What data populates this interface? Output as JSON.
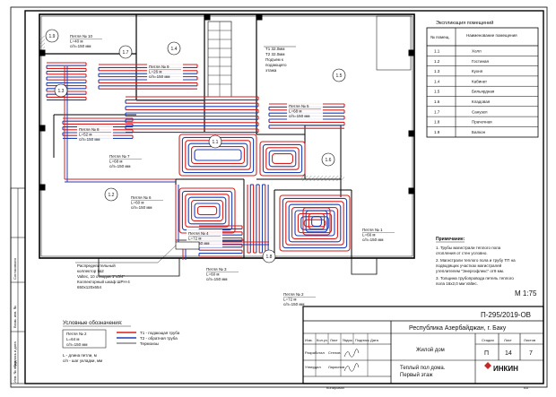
{
  "drawing": {
    "code": "П-295/2019-ОВ",
    "scale": "М 1:75",
    "location": "Республика Азербайджан, г. Баку",
    "building": "Жилой дом",
    "sheet_title_line1": "Теплый пол дома.",
    "sheet_title_line2": "Первый этаж",
    "stage_label": "Стадия",
    "sheet_label": "Лист",
    "sheets_label": "Листов",
    "stage": "П",
    "sheet": "14",
    "sheets": "7",
    "developer_label": "Разработал",
    "developer": "Стелов",
    "approver_label": "Утвердил",
    "approver": "Ларионов",
    "revision_headers": [
      "Изм.",
      "Кол.уч",
      "Лист",
      "№док.",
      "Подпись",
      "Дата"
    ],
    "copied_label": "Копировал",
    "format_label": "А3",
    "company": "ИНКИН"
  },
  "room_table": {
    "title": "Экспликация помещений",
    "headers": [
      "№ помещ.",
      "Наименование помещения"
    ],
    "rows": [
      {
        "no": "1.1",
        "name": "Холл"
      },
      {
        "no": "1.2",
        "name": "Гостиная"
      },
      {
        "no": "1.3",
        "name": "Кухня"
      },
      {
        "no": "1.4",
        "name": "Кабинет"
      },
      {
        "no": "1.5",
        "name": "Бильярдная"
      },
      {
        "no": "1.6",
        "name": "Кладовая"
      },
      {
        "no": "1.7",
        "name": "Санузел"
      },
      {
        "no": "1.8",
        "name": "Прачечная"
      },
      {
        "no": "1.9",
        "name": "Балкон"
      }
    ]
  },
  "notes": {
    "title": "Примечание:",
    "items": [
      "1.  Трубы магистрали теплого пола",
      "отопления от стен условно.",
      "2.  Магистрали теплого пола и трубу ТП на",
      "подводящих участках магистралей",
      "утеплителем \"Энергофлекс\" от9 мм.",
      "3.  Толщина трубопровода петель теплого",
      "пола 16х2,0 мм Valtec."
    ]
  },
  "legend": {
    "title": "Условные обозначения:",
    "sample_lines": [
      "Петля № 2",
      "L=64 м",
      "с/п=150 мм"
    ],
    "supply": "Т1 - подающая труба",
    "return": "Т2 - обратная труба",
    "insulation": "Термоизы",
    "explain_1": "L - длина петли, м",
    "explain_2": "с/п - шаг укладки, мм"
  },
  "rooms": [
    "1.1",
    "1.2",
    "1.3",
    "1.4",
    "1.5",
    "1.6",
    "1.7",
    "1.8",
    "1.9"
  ],
  "loops": [
    {
      "title": "Петля № 10",
      "length": "L=40 м",
      "pitch": "с/п=150 мм"
    },
    {
      "title": "Петля № 9",
      "length": "L=26 м",
      "pitch": "с/п=150 мм"
    },
    {
      "title": "Петля № 8",
      "length": "L=52 м",
      "pitch": "с/п=150 мм"
    },
    {
      "title": "Петля № 7",
      "length": "L=68 м",
      "pitch": "с/п=150 мм"
    },
    {
      "title": "Петля № 6",
      "length": "L=60 м",
      "pitch": "с/п=150 мм"
    },
    {
      "title": "Петля № 5",
      "length": "L=68 м",
      "pitch": "с/п=150 мм"
    },
    {
      "title": "Петля № 4",
      "length": "L=72 м",
      "pitch": "с/п=150 мм"
    },
    {
      "title": "Петля № 3",
      "length": "L=60 м",
      "pitch": "с/п=150 мм"
    },
    {
      "title": "Петля № 2",
      "length": "L=72 м",
      "pitch": "с/п=150 мм"
    },
    {
      "title": "Петля № 1",
      "length": "L=66 м",
      "pitch": "с/п=150 мм"
    }
  ],
  "riser_note": [
    "Т1 32.0мм",
    "Т2 32.0мм",
    "Подъем к",
    "подающего",
    "этажа"
  ],
  "manifold_note": [
    "Распределительный",
    "коллектор №2",
    "Valtec, 10 отводов 1\"х3/4\"",
    "Коллекторный шкаф ШРН-4",
    "650х120х654"
  ],
  "side_stamps": [
    "Согласовано",
    "Взам. инв. №",
    "Подпись и дата",
    "Инв. № подл."
  ],
  "colors": {
    "supply": "#d81e1e",
    "return": "#1f3fb5",
    "insulation": "#888888"
  }
}
